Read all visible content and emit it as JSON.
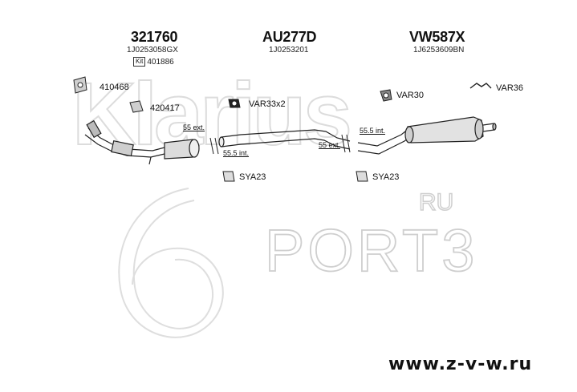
{
  "watermarks": {
    "brand": "Klarius",
    "ru": "RU",
    "port": "PORT3"
  },
  "headers": [
    {
      "part_no": "321760",
      "oem": "1J0253058GX",
      "kit_label": "Kit",
      "kit_no": "401886"
    },
    {
      "part_no": "AU277D",
      "oem": "1J0253201"
    },
    {
      "part_no": "VW587X",
      "oem": "1J6253609BN"
    }
  ],
  "parts": {
    "gasket_a": "410468",
    "gasket_b": "420417",
    "mount_var33": "VAR33x2",
    "mount_var30": "VAR30",
    "mount_var36": "VAR36",
    "clamp_1": "SYA23",
    "clamp_2": "SYA23"
  },
  "dimensions": {
    "d1": "55 ext.",
    "d2": "55.5 int.",
    "d3": "55.5 int.",
    "d4": "55 ext."
  },
  "footer": {
    "site": "www.z-v-w.ru"
  },
  "colors": {
    "line": "#222222",
    "watermark": "#e6e6e6"
  }
}
